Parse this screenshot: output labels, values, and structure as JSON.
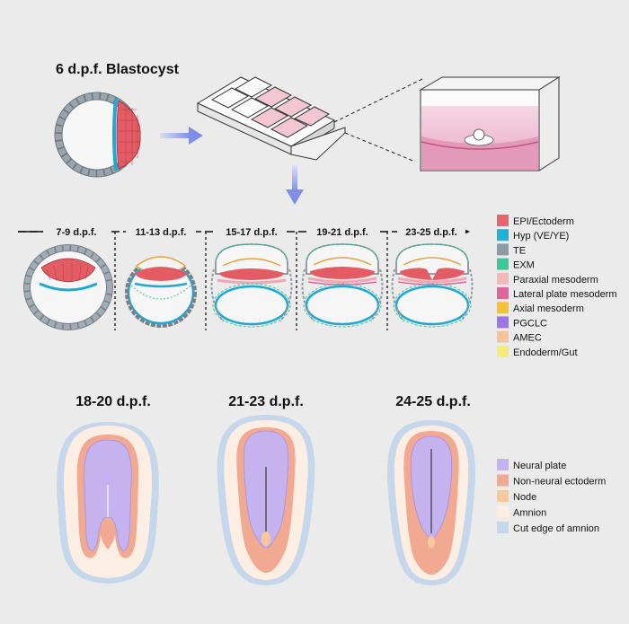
{
  "blastocyst": {
    "title": "6 d.p.f. Blastocyst"
  },
  "timeline": {
    "stages": [
      "7-9 d.p.f.",
      "11-13 d.p.f.",
      "15-17 d.p.f.",
      "19-21 d.p.f.",
      "23-25 d.p.f."
    ]
  },
  "legend_cells": {
    "items": [
      {
        "label": "EPI/Ectoderm",
        "color": "#e8646e"
      },
      {
        "label": "Hyp (VE/YE)",
        "color": "#1fb2d8"
      },
      {
        "label": "TE",
        "color": "#8f9aa3"
      },
      {
        "label": "EXM",
        "color": "#3dc79a"
      },
      {
        "label": "Paraxial mesoderm",
        "color": "#f4b8b8"
      },
      {
        "label": "Lateral plate mesoderm",
        "color": "#e0649c"
      },
      {
        "label": "Axial mesoderm",
        "color": "#f1c338"
      },
      {
        "label": "PGCLC",
        "color": "#9b78e0"
      },
      {
        "label": "AMEC",
        "color": "#f4c49a"
      },
      {
        "label": "Endoderm/Gut",
        "color": "#eeee7c"
      }
    ]
  },
  "disc_stages": {
    "labels": [
      "18-20 d.p.f.",
      "21-23 d.p.f.",
      "24-25 d.p.f."
    ]
  },
  "legend_disc": {
    "items": [
      {
        "label": "Neural plate",
        "color": "#c4b3ef"
      },
      {
        "label": "Non-neural ectoderm",
        "color": "#f2a991"
      },
      {
        "label": "Node",
        "color": "#f7c99a"
      },
      {
        "label": "Amnion",
        "color": "#fdeee3"
      },
      {
        "label": "Cut edge of amnion",
        "color": "#c6d7ec"
      }
    ]
  }
}
